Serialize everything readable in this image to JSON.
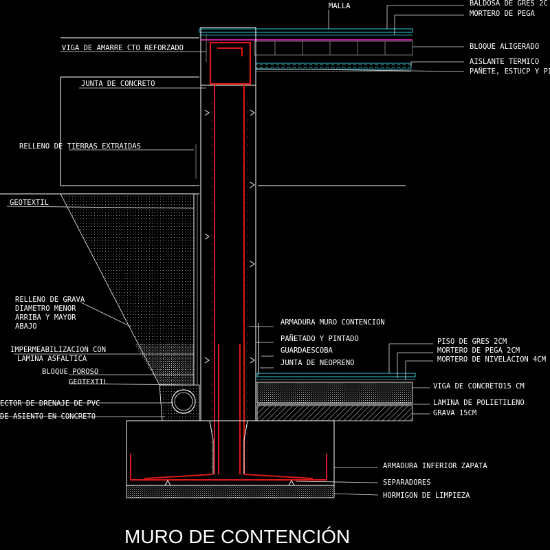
{
  "title": "MURO DE CONTENCIÓN",
  "labels": {
    "malla": "MALLA",
    "baldosa": "BALDOSA DE GRES 2C",
    "mortero_pega_top": "MORTERO DE PEGA",
    "viga_amarre": "VIGA DE AMARRE CTO REFORZADO",
    "bloque_aligerado": "BLOQUE ALIGERADO",
    "aislante": "AISLANTE TERMICO",
    "panete_estuco": "PAÑETE, ESTUCP Y PI",
    "junta_concreto": "JUNTA DE CONCRETO",
    "relleno_tierras": "RELLENO DE TIERRAS EXTRAIDAS",
    "geotextil_top": "GEOTEXTIL",
    "relleno_grava_1": "RELLENO DE GRAVA",
    "relleno_grava_2": "DIAMETRO MENOR",
    "relleno_grava_3": "ARRIBA Y MAYOR",
    "relleno_grava_4": "ABAJO",
    "armadura_muro": "ARMADURA MURO CONTENCION",
    "panetado": "PAÑETADO Y PINTADO",
    "guardaescoba": "GUARDAESCOBA",
    "impermeabilizacion_1": "IMPERMEABILIZACION CON",
    "impermeabilizacion_2": "LAMINA ASFALTICA",
    "junta_neopreno": "JUNTA DE NEOPRENO",
    "piso_gres": "PISO DE GRES 2CM",
    "mortero_pega_2cm": "MORTERO DE PEGA 2CM",
    "mortero_nivelacion": "MORTERO DE NIVELACION 4CM",
    "bloque_poroso": "BLOQUE POROSO",
    "geotextil_bottom": "GEOTEXTIL",
    "viga_concreto": "VIGA DE CONCRETO15 CM",
    "colector": "ECTOR DE DRENAJE DE PVC",
    "lamina_polietileno": "LAMINA DE POLIETILENO",
    "asiento": "DE ASIENTO EN CONCRETO",
    "grava": "GRAVA 15CM",
    "armadura_inferior": "ARMADURA INFERIOR ZAPATA",
    "separadores": "SEPARADORES",
    "hormigon": "HORMIGON DE LIMPIEZA"
  }
}
